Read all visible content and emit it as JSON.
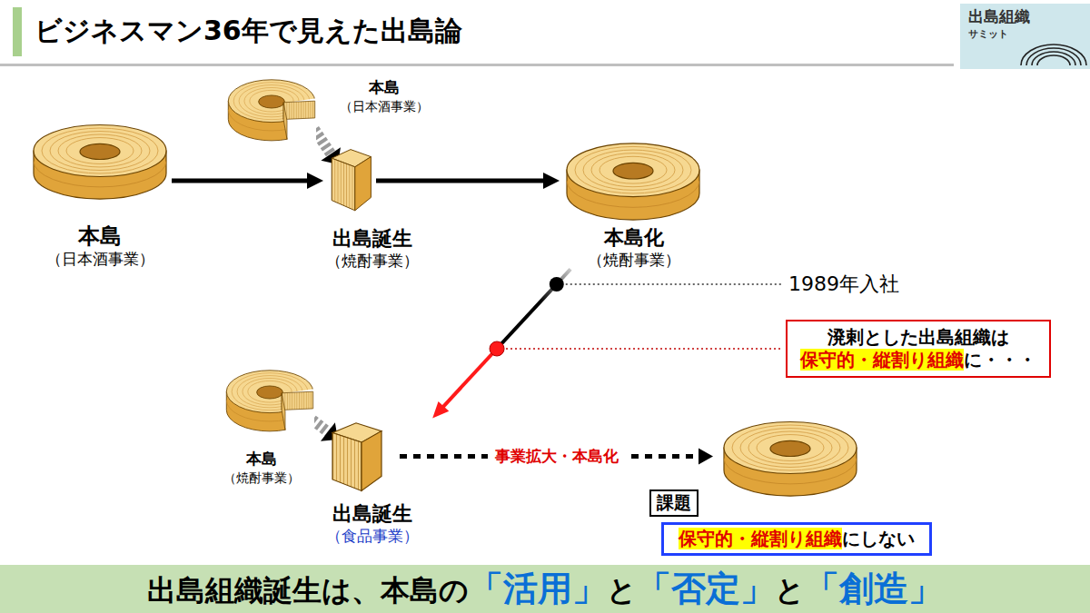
{
  "diagram": {
    "title": "ビジネスマン36年で見えた出島論",
    "nodes": [
      {
        "text": [
          "本島",
          "（日本酒事業）"
        ]
      },
      {
        "text": [
          "本島",
          "（日本酒事業）"
        ]
      },
      {
        "text": [
          "出島誕生",
          "（焼酎事業）"
        ]
      },
      {
        "text": [
          "本島化",
          "（焼酎事業）"
        ]
      },
      {
        "text": [
          "溌剌とした出島組織は",
          "保守的・縦割り組織",
          "に・・・"
        ]
      },
      {
        "text": [
          "本島",
          "（焼酎事業）"
        ]
      },
      {
        "text": [
          "出島誕生",
          "（食品事業）"
        ]
      },
      {
        "text": [
          "課題"
        ]
      },
      {
        "text": [
          "保守的・縦割り組織",
          "にしない"
        ]
      },
      {
        "text": [
          "出島組織誕生は、本島の",
          "「活用」",
          "と",
          "「否定」",
          "と",
          "「創造」"
        ]
      }
    ],
    "edges": [
      {
        "from": 0,
        "to": 2,
        "arrow": "to"
      },
      {
        "from": 1,
        "to": 2,
        "arrow": "to"
      },
      {
        "from": 2,
        "to": 3,
        "arrow": "to"
      },
      {
        "from": 3,
        "to": 6,
        "arrow": "to"
      },
      {
        "from": 5,
        "to": 6,
        "arrow": "to"
      },
      {
        "from": 6,
        "to": 7,
        "arrow": "to",
        "label": "事業拡大・本島化"
      }
    ],
    "labels": [
      "1989年入社",
      "出島組織",
      "サミット"
    ]
  }
}
